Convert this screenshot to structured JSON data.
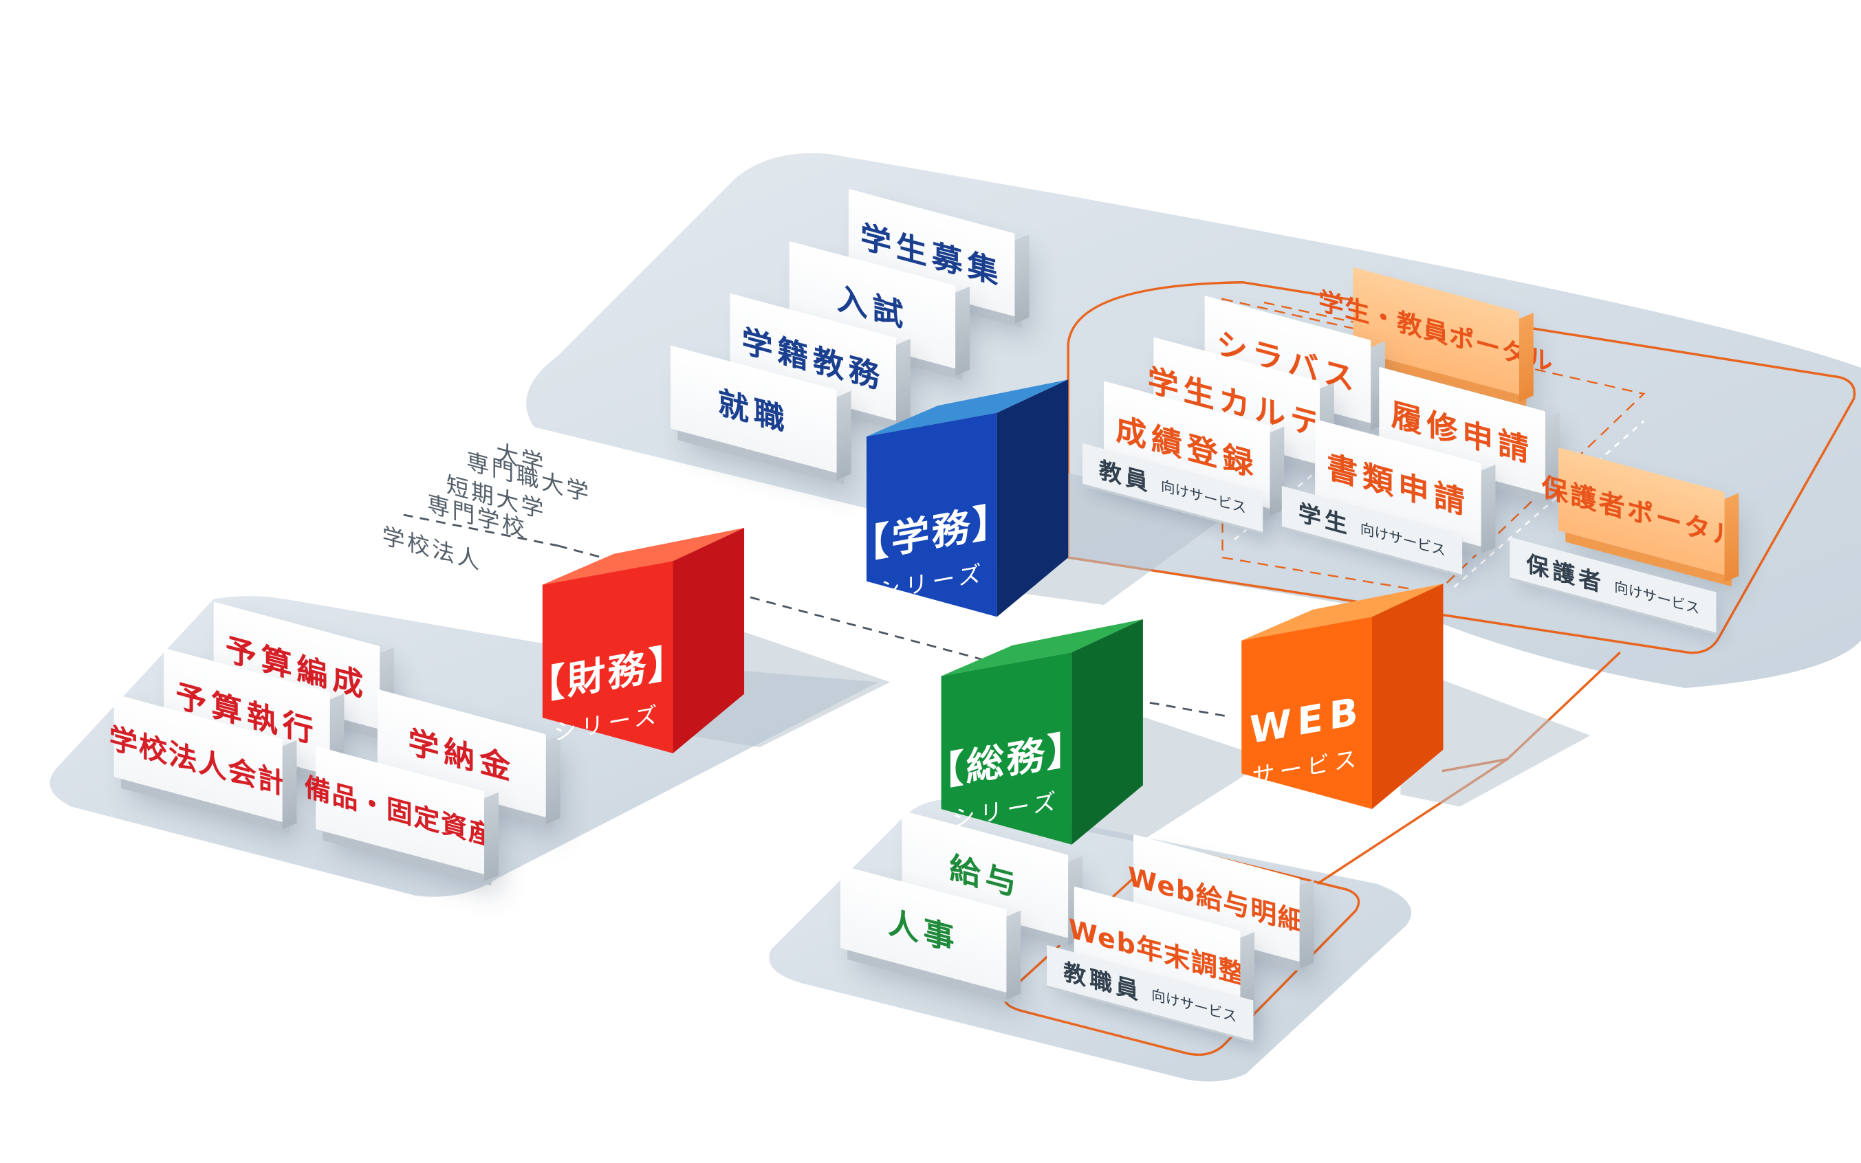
{
  "tiers": {
    "daigaku": "大学",
    "senmonshoku": "専門職大学",
    "tanki": "短期大学",
    "senmon": "専門学校",
    "houjin": "学校法人"
  },
  "gakumu": {
    "title": "【学務】",
    "subtitle": "シリーズ",
    "modules": [
      "学生募集",
      "入試",
      "学籍教務",
      "就職"
    ],
    "teacher_services": [
      "シラバス",
      "学生カルテ",
      "成績登録"
    ],
    "student_services": [
      "履修申請",
      "書類申請"
    ],
    "teacher_tag": "教員",
    "student_tag": "学生",
    "parent_tag": "保護者",
    "tag_suffix": "向けサービス",
    "portal_student_teacher": "学生・教員ポータル",
    "portal_parent": "保護者ポータル"
  },
  "zaimu": {
    "title": "【財務】",
    "subtitle": "シリーズ",
    "modules": [
      "予算編成",
      "予算執行",
      "学校法人会計",
      "学納金",
      "備品・固定資産"
    ]
  },
  "soumu": {
    "title": "【総務】",
    "subtitle": "シリーズ",
    "modules": [
      "給与",
      "人事"
    ],
    "web_services": [
      "Web給与明細",
      "Web年末調整"
    ],
    "staff_tag": "教職員",
    "tag_suffix": "向けサービス"
  },
  "web": {
    "title": "WEB",
    "subtitle": "サービス"
  },
  "colors": {
    "platform": "#d5dee6",
    "gakumu_blue": "#1846b6",
    "zaimu_red": "#f2332a",
    "soumu_green": "#14963c",
    "web_orange": "#ff7a14",
    "portal_line": "#e8651f"
  }
}
